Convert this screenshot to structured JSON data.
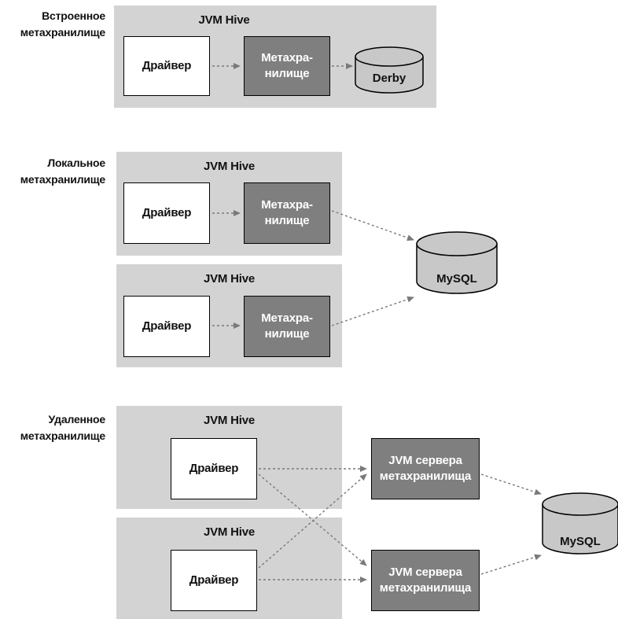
{
  "sections": {
    "embedded": {
      "label_lines": [
        "Встроенное",
        "метахранилище"
      ]
    },
    "local": {
      "label_lines": [
        "Локальное",
        "метахранилище"
      ]
    },
    "remote": {
      "label_lines": [
        "Удаленное",
        "метахранилище"
      ]
    }
  },
  "jvm_title": "JVM Hive",
  "driver_label": "Драйвер",
  "metastore_lines": [
    "Метахра-",
    "нилище"
  ],
  "server_lines": [
    "JVM сервера",
    "метахранилища"
  ],
  "databases": {
    "embedded": "Derby",
    "local": "MySQL",
    "remote": "MySQL"
  },
  "colors": {
    "jvm_fill": "#d3d3d3",
    "metastore_fill": "#7f7f7f",
    "db_fill": "#c8c8c8",
    "arrow": "#7a7a7a"
  }
}
